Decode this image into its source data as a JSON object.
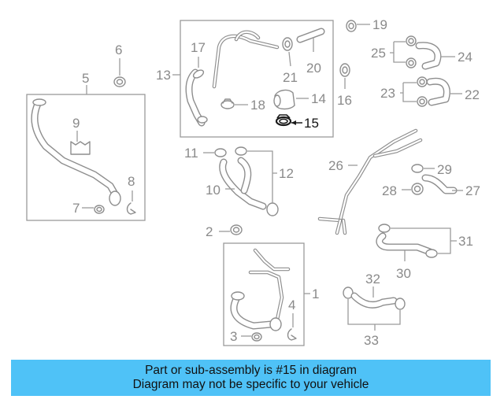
{
  "diagram": {
    "highlight_color": "#1a1a1a",
    "part_color": "#8e8e8e",
    "labels": {
      "l1": "1",
      "l2": "2",
      "l3": "3",
      "l4": "4",
      "l5": "5",
      "l6": "6",
      "l7": "7",
      "l8": "8",
      "l9": "9",
      "l10": "10",
      "l11": "11",
      "l12": "12",
      "l13": "13",
      "l14": "14",
      "l15": "15",
      "l16": "16",
      "l17": "17",
      "l18": "18",
      "l19": "19",
      "l20": "20",
      "l21": "21",
      "l22": "22",
      "l23": "23",
      "l24": "24",
      "l25": "25",
      "l26": "26",
      "l27": "27",
      "l28": "28",
      "l29": "29",
      "l30": "30",
      "l31": "31",
      "l32": "32",
      "l33": "33"
    }
  },
  "banner": {
    "background": "#4fc2f7",
    "line1": "Part or sub-assembly is #15 in diagram",
    "line2": "Diagram may not be specific to your vehicle"
  }
}
